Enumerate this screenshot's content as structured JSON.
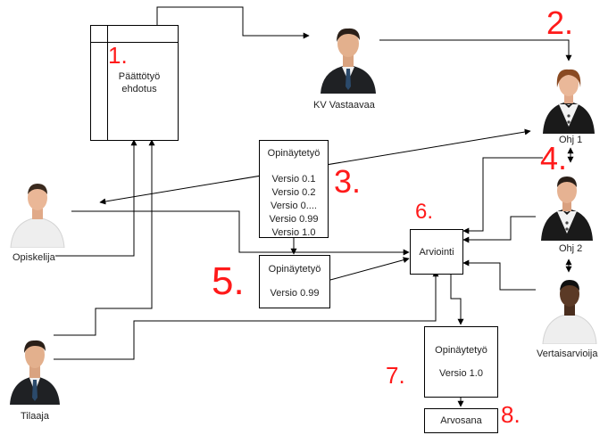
{
  "proposal": {
    "title": "Päättötyö ehdotus",
    "number": "1."
  },
  "kv_vastaavaa": {
    "label": "KV Vastaavaa"
  },
  "ohj1": {
    "label": "Ohj 1"
  },
  "ohj2": {
    "label": "Ohj 2"
  },
  "opiskelija": {
    "label": "Opiskelija"
  },
  "tilaaja": {
    "label": "Tilaaja"
  },
  "vertaisarvioija": {
    "label": "Vertaisarvioija"
  },
  "versions_box": {
    "title": "Opinäytetyö",
    "versions": [
      "Versio 0.1",
      "Versio 0.2",
      "Versio 0....",
      "Versio 0.99",
      "Versio 1.0"
    ]
  },
  "box_099": {
    "title": "Opinäytetyö",
    "version": "Versio 0.99"
  },
  "arviointi": {
    "label": "Arviointi"
  },
  "box_10": {
    "title": "Opinäytetyö",
    "version": "Versio 1.0"
  },
  "arvosana": {
    "label": "Arvosana"
  },
  "steps": {
    "n2": "2.",
    "n3": "3.",
    "n4": "4.",
    "n5": "5.",
    "n6": "6.",
    "n7": "7.",
    "n8": "8."
  },
  "colors": {
    "step_number": "#ff1a1a",
    "line": "#000000"
  }
}
